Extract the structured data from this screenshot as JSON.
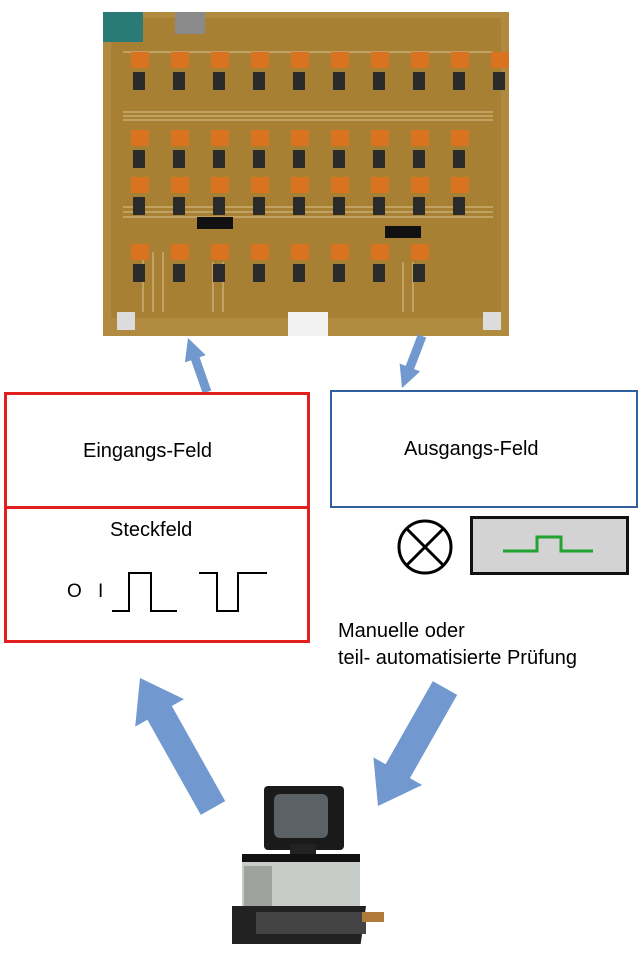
{
  "input_field": {
    "label": "Eingangs-Feld"
  },
  "output_field": {
    "label": "Ausgangs-Feld"
  },
  "plug_field": {
    "label": "Steckfeld",
    "symbol_zero": "O",
    "symbol_one": "I"
  },
  "test_caption": {
    "line1": "Manuelle oder",
    "line2": "teil- automatisierte Prüfung"
  },
  "colors": {
    "input_border": "#e32020",
    "output_border": "#2f5f9e",
    "arrow": "#7199cf",
    "signal_green": "#22a332",
    "display_bg": "#d3d3d3"
  },
  "icons": {
    "circuit_board": "circuit-board-photo",
    "computer": "desktop-computer-photo",
    "lamp": "indicator-lamp-icon",
    "display": "signal-display-icon"
  }
}
